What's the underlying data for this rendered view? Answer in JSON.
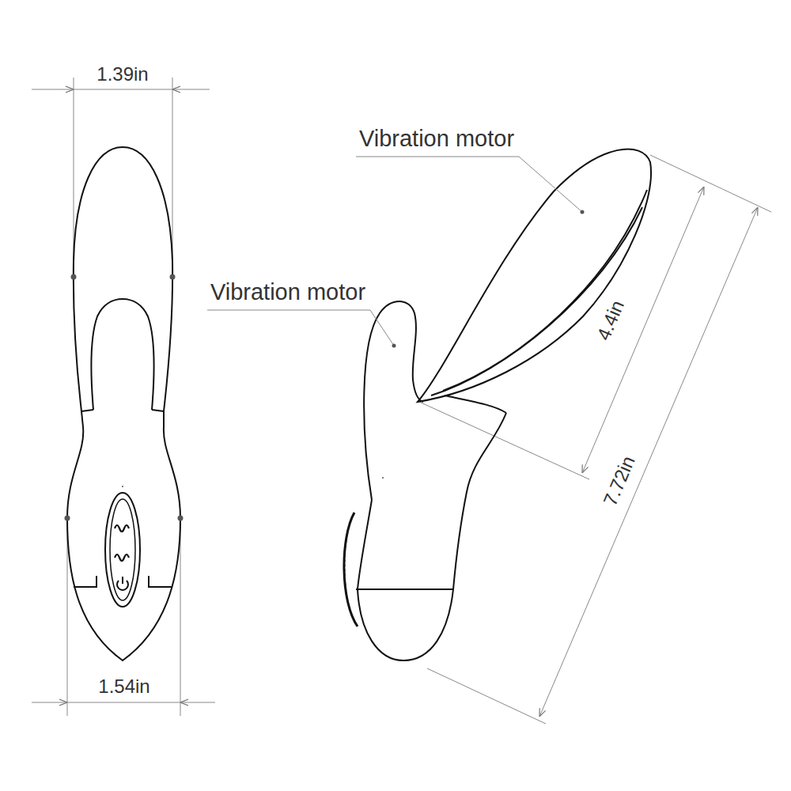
{
  "diagram": {
    "labels": [
      "1.39in",
      "Vibration motor",
      "Vibration motor",
      "4.4in",
      "7.72in",
      "1.54in"
    ]
  }
}
